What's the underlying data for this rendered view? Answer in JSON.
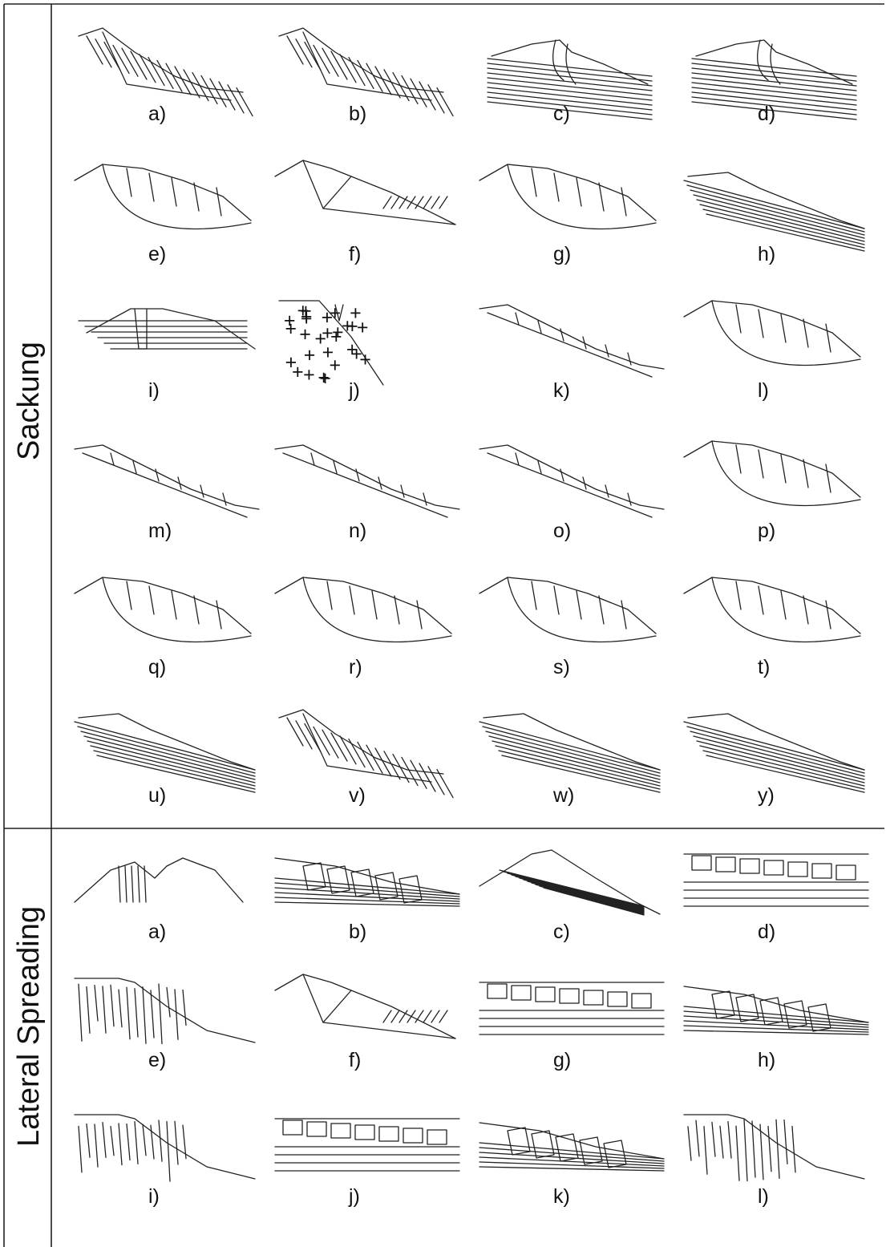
{
  "sections": [
    {
      "title": "Sackung",
      "panels": [
        {
          "label": "a)",
          "style": "bedding_steep"
        },
        {
          "label": "b)",
          "style": "bedding_steep"
        },
        {
          "label": "c)",
          "style": "flat_layers"
        },
        {
          "label": "d)",
          "style": "flat_layers"
        },
        {
          "label": "e)",
          "style": "bowl"
        },
        {
          "label": "f)",
          "style": "wedge"
        },
        {
          "label": "g)",
          "style": "bowl"
        },
        {
          "label": "h)",
          "style": "dip_layers"
        },
        {
          "label": "i)",
          "style": "graben_layers"
        },
        {
          "label": "j)",
          "style": "crosses"
        },
        {
          "label": "k)",
          "style": "planar"
        },
        {
          "label": "l)",
          "style": "bowl"
        },
        {
          "label": "m)",
          "style": "planar"
        },
        {
          "label": "n)",
          "style": "planar"
        },
        {
          "label": "o)",
          "style": "planar"
        },
        {
          "label": "p)",
          "style": "bowl"
        },
        {
          "label": "q)",
          "style": "bowl"
        },
        {
          "label": "r)",
          "style": "bowl"
        },
        {
          "label": "s)",
          "style": "bowl"
        },
        {
          "label": "t)",
          "style": "bowl"
        },
        {
          "label": "u)",
          "style": "dip_layers"
        },
        {
          "label": "v)",
          "style": "bedding_steep"
        },
        {
          "label": "w)",
          "style": "dip_layers"
        },
        {
          "label": "y)",
          "style": "dip_layers"
        }
      ]
    },
    {
      "title": "Lateral Spreading",
      "panels": [
        {
          "label": "a)",
          "style": "twin_peaks"
        },
        {
          "label": "b)",
          "style": "blocks_slope"
        },
        {
          "label": "c)",
          "style": "crest"
        },
        {
          "label": "d)",
          "style": "blocks_flat"
        },
        {
          "label": "e)",
          "style": "cliff"
        },
        {
          "label": "f)",
          "style": "wedge"
        },
        {
          "label": "g)",
          "style": "blocks_flat"
        },
        {
          "label": "h)",
          "style": "blocks_slope"
        },
        {
          "label": "i)",
          "style": "cliff"
        },
        {
          "label": "j)",
          "style": "blocks_flat"
        },
        {
          "label": "k)",
          "style": "blocks_slope"
        },
        {
          "label": "l)",
          "style": "cliff"
        }
      ]
    }
  ]
}
